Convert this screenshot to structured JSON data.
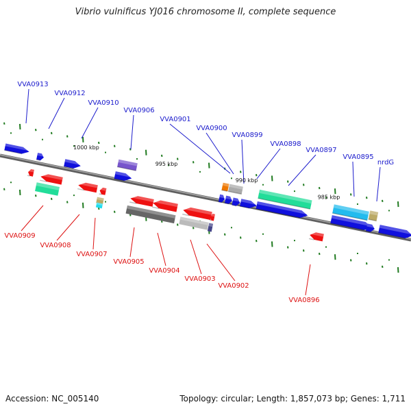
{
  "title": "Vibrio vulnificus YJ016 chromosome II, complete sequence",
  "footer": {
    "accession": "Accession: NC_005140",
    "summary": "Topology: circular; Length: 1,857,073 bp; Genes: 1,711"
  },
  "colors": {
    "forward_label": "#1a1acc",
    "reverse_label": "#dd1111",
    "backbone": "#808080",
    "ticks": "#1f7a1f"
  },
  "scale_labels": [
    "1000 kbp",
    "995 kbp",
    "990 kbp",
    "985 kbp"
  ],
  "forward_genes": [
    "VVA0913",
    "VVA0912",
    "VVA0910",
    "VVA0906",
    "VVA0901",
    "VVA0900",
    "VVA0899",
    "VVA0898",
    "VVA0897",
    "VVA0895",
    "nrdG"
  ],
  "reverse_genes": [
    "VVA0909",
    "VVA0908",
    "VVA0907",
    "VVA0905",
    "VVA0904",
    "VVA0903",
    "VVA0902",
    "VVA0896"
  ]
}
